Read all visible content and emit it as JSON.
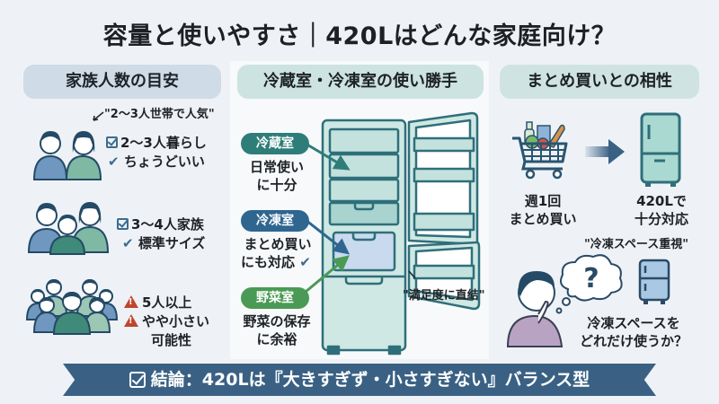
{
  "title": "容量と使いやすさ｜420Lはどんな家庭向け？",
  "sections": {
    "family": {
      "heading": "家族人数の目安",
      "groups": [
        {
          "quote": "\"2〜3人世帯で人気\"",
          "line1": "2〜3人暮らし",
          "line2": "ちょうどいい",
          "line1_icon": "checkbox-icon",
          "line2_icon": "check-icon"
        },
        {
          "line1": "3〜4人家族",
          "line2": "標準サイズ",
          "line1_icon": "checkbox-icon",
          "line2_icon": "check-icon"
        },
        {
          "line1": "5人以上",
          "line2": "やや小さい",
          "line3": "可能性",
          "line1_icon": "warning-icon",
          "line2_icon": "warning-icon"
        }
      ]
    },
    "compartments": {
      "heading": "冷蔵室・冷凍室の使い勝手",
      "items": [
        {
          "tag": "冷蔵室",
          "desc1": "日常使い",
          "desc2": "に十分",
          "color": "#2f7d78"
        },
        {
          "tag": "冷凍室",
          "desc1": "まとめ買い",
          "desc2": "にも対応",
          "color": "#2e6690"
        },
        {
          "tag": "野菜室",
          "desc1": "野菜の保存",
          "desc2": "に余裕",
          "color": "#4a9a55"
        }
      ],
      "quote": "\"満足度に直結\""
    },
    "bulk": {
      "heading": "まとめ買いとの相性",
      "cart_label1": "週1回",
      "cart_label2": "まとめ買い",
      "fridge_label1": "420Lで",
      "fridge_label2": "十分対応",
      "quote": "\"冷凍スペース重視\"",
      "question1": "冷凍スペースを",
      "question2": "どれだけ使うか？",
      "thought_mark": "?"
    }
  },
  "conclusion": "結論：420Lは『大きすぎず・小さすぎない』バランス型",
  "colors": {
    "background": "#eef2f6",
    "banner": "#3a6184",
    "teal": "#2f7d78",
    "blue": "#2e6690",
    "green": "#4a9a55",
    "warning": "#c0452f",
    "fridge_fill": "#cfe8e4",
    "fridge_stroke": "#2f6f7a"
  }
}
